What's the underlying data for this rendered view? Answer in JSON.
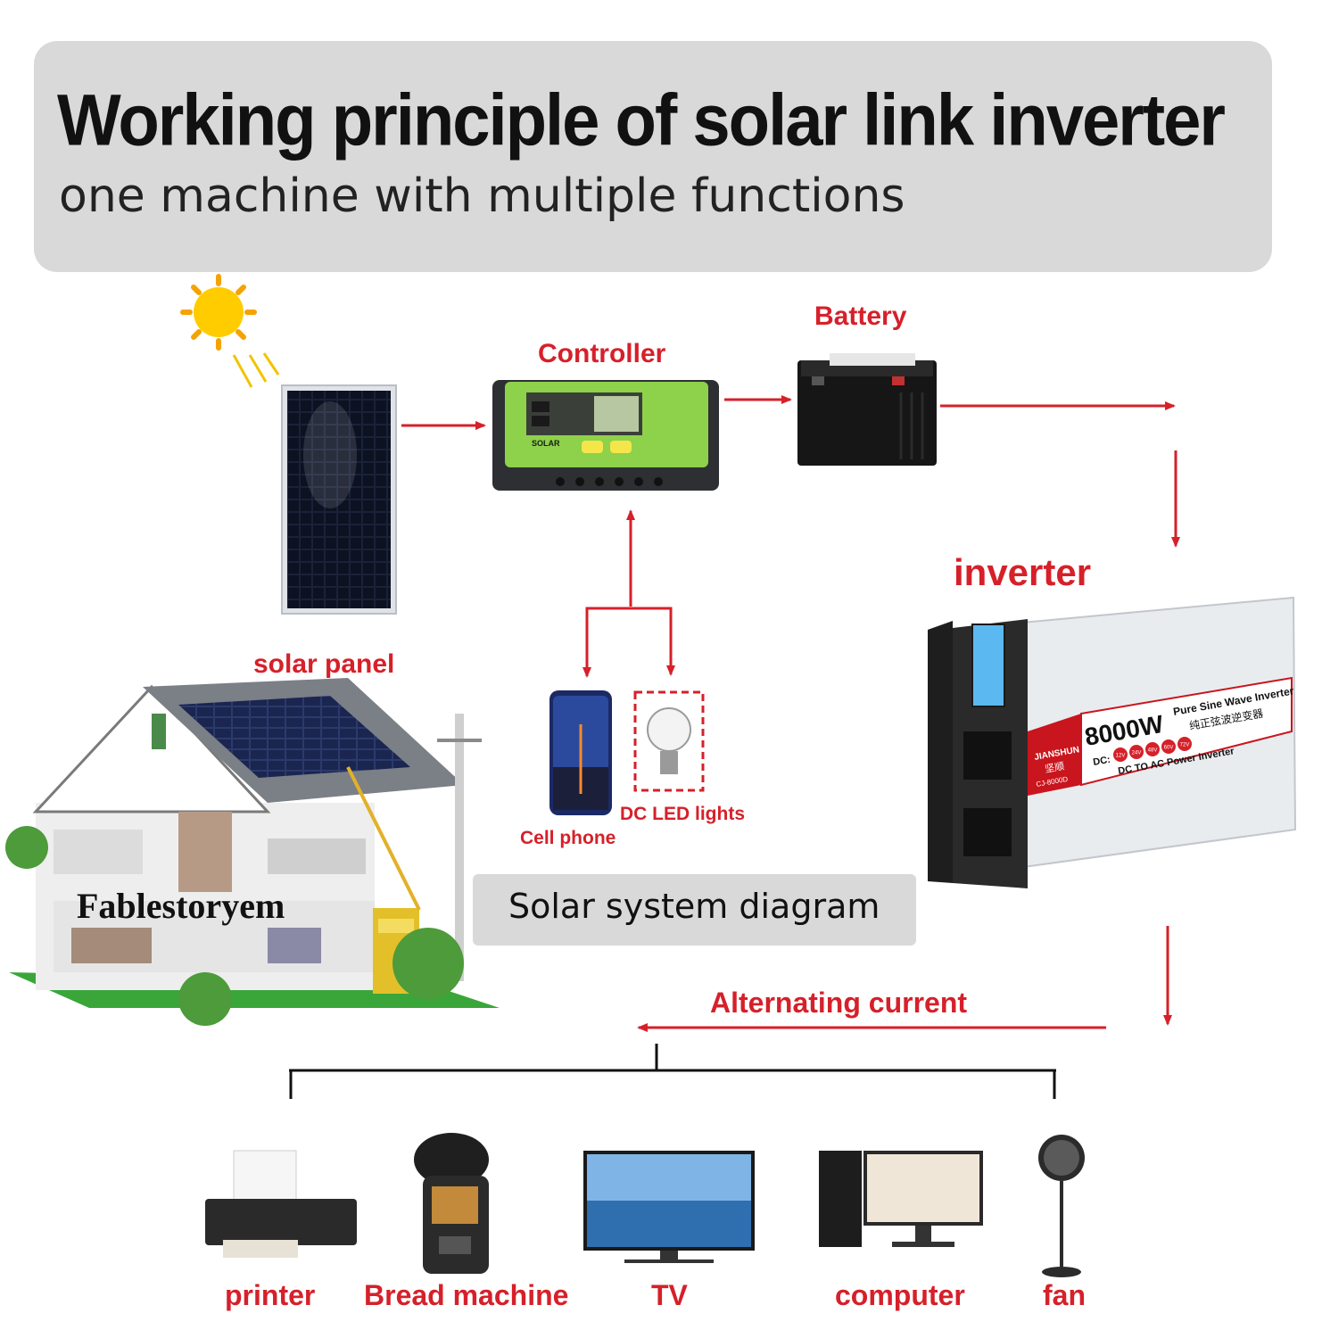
{
  "header": {
    "title": "Working principle of solar link inverter",
    "subtitle": "one machine with multiple functions"
  },
  "labels": {
    "controller": "Controller",
    "battery": "Battery",
    "solar_panel": "solar panel",
    "inverter": "inverter",
    "cell_phone": "Cell phone",
    "dc_led_lights": "DC LED lights",
    "alternating_current": "Alternating current"
  },
  "caption": "Solar system diagram",
  "watermark": "Fablestoryem",
  "inverter_device": {
    "power": "8000W",
    "line1": "Pure Sine Wave Inverter",
    "line2": "纯正弦波逆变器",
    "dc_prefix": "DC:",
    "voltages": [
      "12V",
      "24V",
      "48V",
      "60V",
      "72V"
    ],
    "line3": "DC TO AC Power Inverter",
    "brand": "JIANSHUN",
    "brand_cn": "坚顺",
    "model": "CJ-8000D"
  },
  "controller_device": {
    "brand": "SOLAR"
  },
  "appliances": [
    {
      "label": "printer"
    },
    {
      "label": "Bread machine"
    },
    {
      "label": "TV"
    },
    {
      "label": "computer"
    },
    {
      "label": "fan"
    }
  ],
  "colors": {
    "accent_red": "#d6202a",
    "header_gray": "#d9d9d9",
    "controller_green": "#8ed14a"
  }
}
